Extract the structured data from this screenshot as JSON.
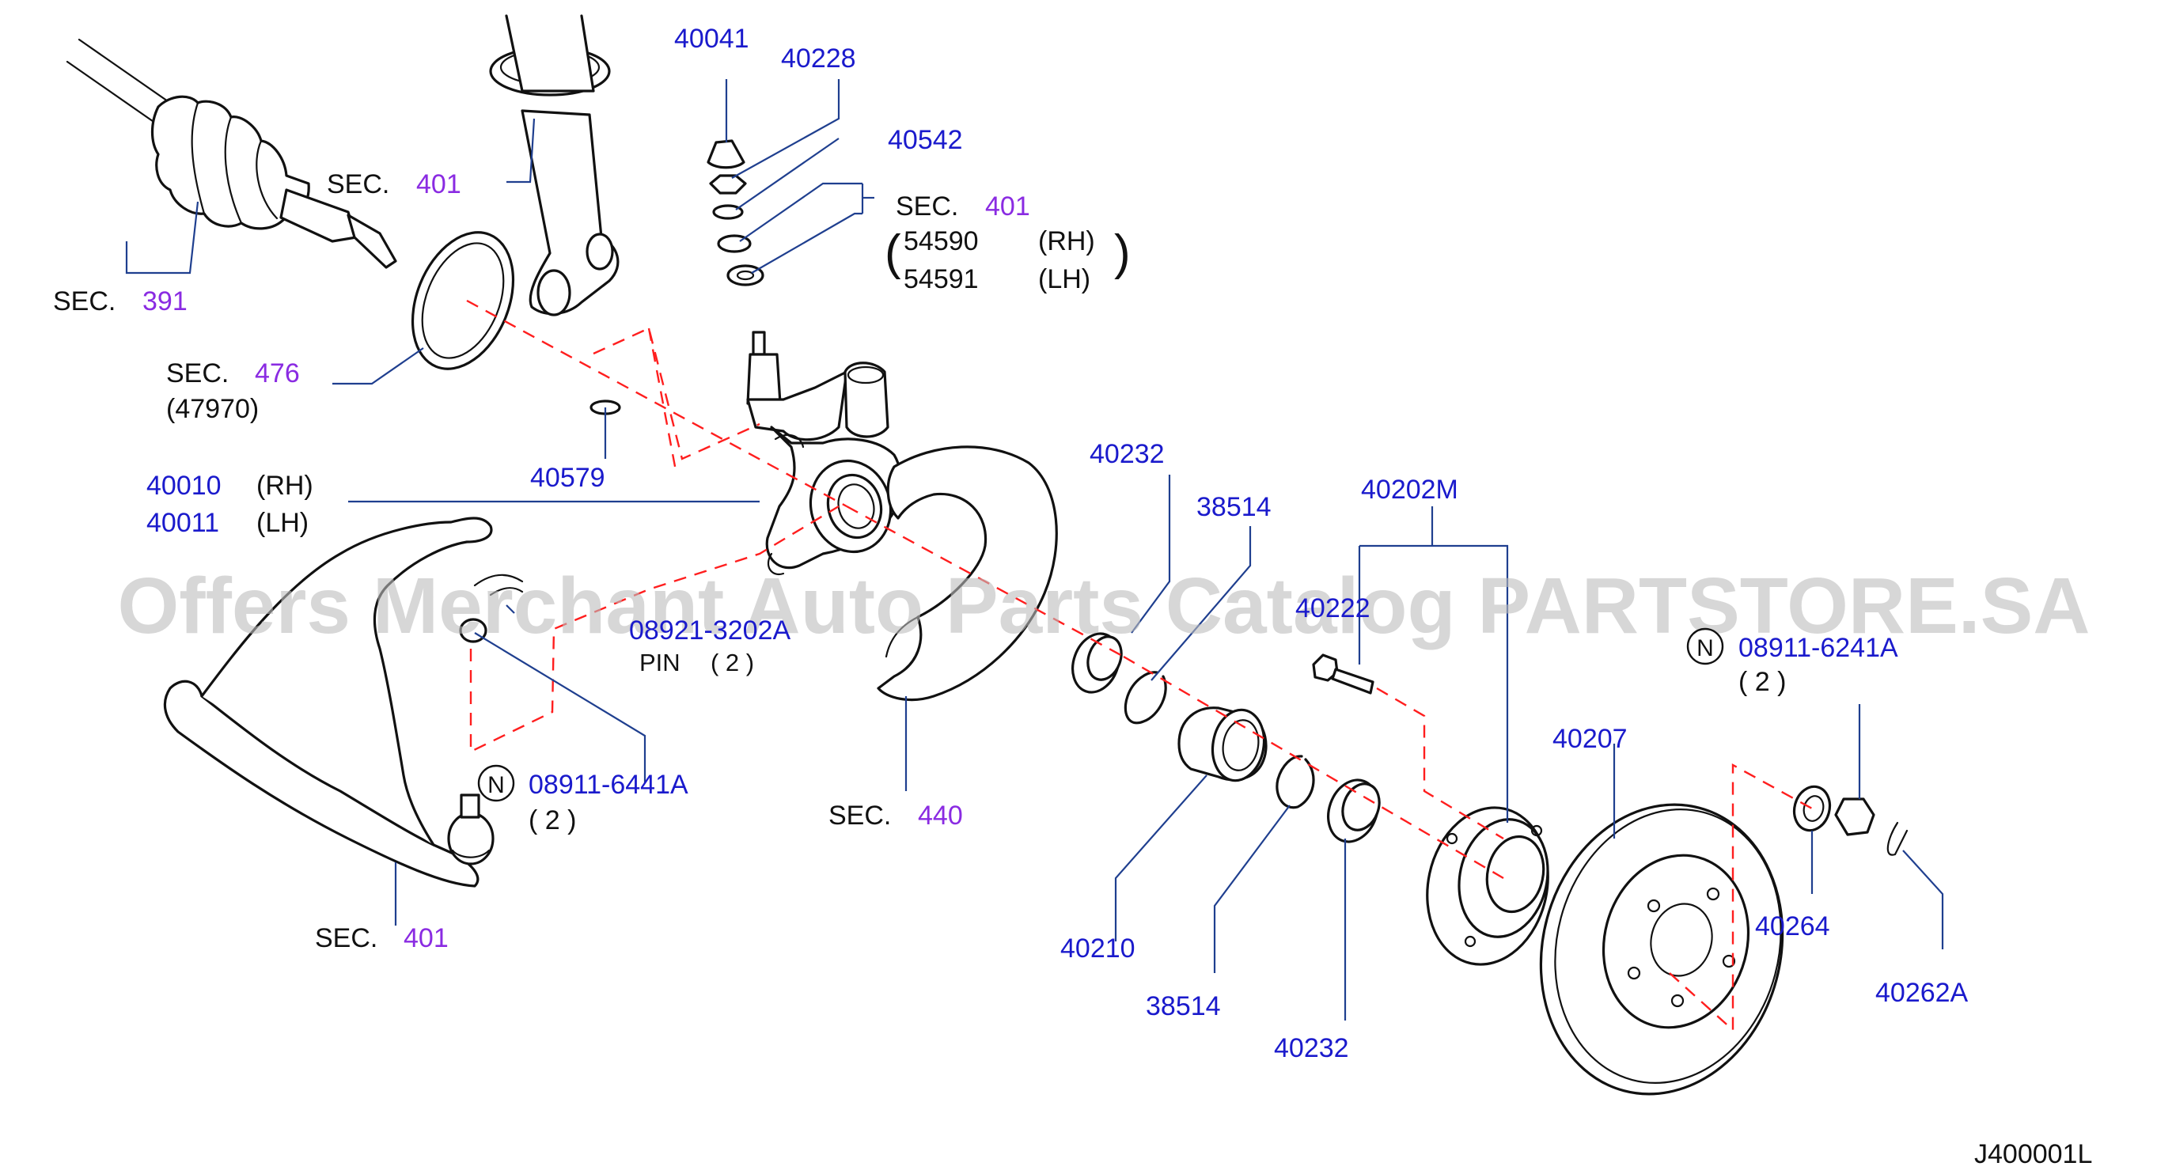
{
  "watermark": "Offers Merchant Auto Parts Catalog PARTSTORE.SA",
  "diagram_id": "J400001L",
  "sec_prefix": "SEC.",
  "labels": {
    "p40041": "40041",
    "p40228": "40228",
    "p40542": "40542",
    "sec401_top_num": "401",
    "sec401_strut_num": "401",
    "p54590": "54590",
    "p54591": "54591",
    "rh": "(RH)",
    "lh": "(LH)",
    "sec391_num": "391",
    "sec476_num": "476",
    "p47970": "(47970)",
    "p40579": "40579",
    "p40010": "40010",
    "p40011": "40011",
    "p08921": "08921-3202A",
    "pin": "PIN",
    "qty2": "( 2 )",
    "nut_symbol": "N",
    "p08911_6441": "08911-6441A",
    "sec401_arm_num": "401",
    "sec440_num": "440",
    "p40232_top": "40232",
    "p38514_top": "38514",
    "p40202M": "40202M",
    "p40222": "40222",
    "p08911_6241": "08911-6241A",
    "p40207": "40207",
    "p40210": "40210",
    "p38514_bottom": "38514",
    "p40232_bottom": "40232",
    "p40264": "40264",
    "p40262A": "40262A"
  }
}
